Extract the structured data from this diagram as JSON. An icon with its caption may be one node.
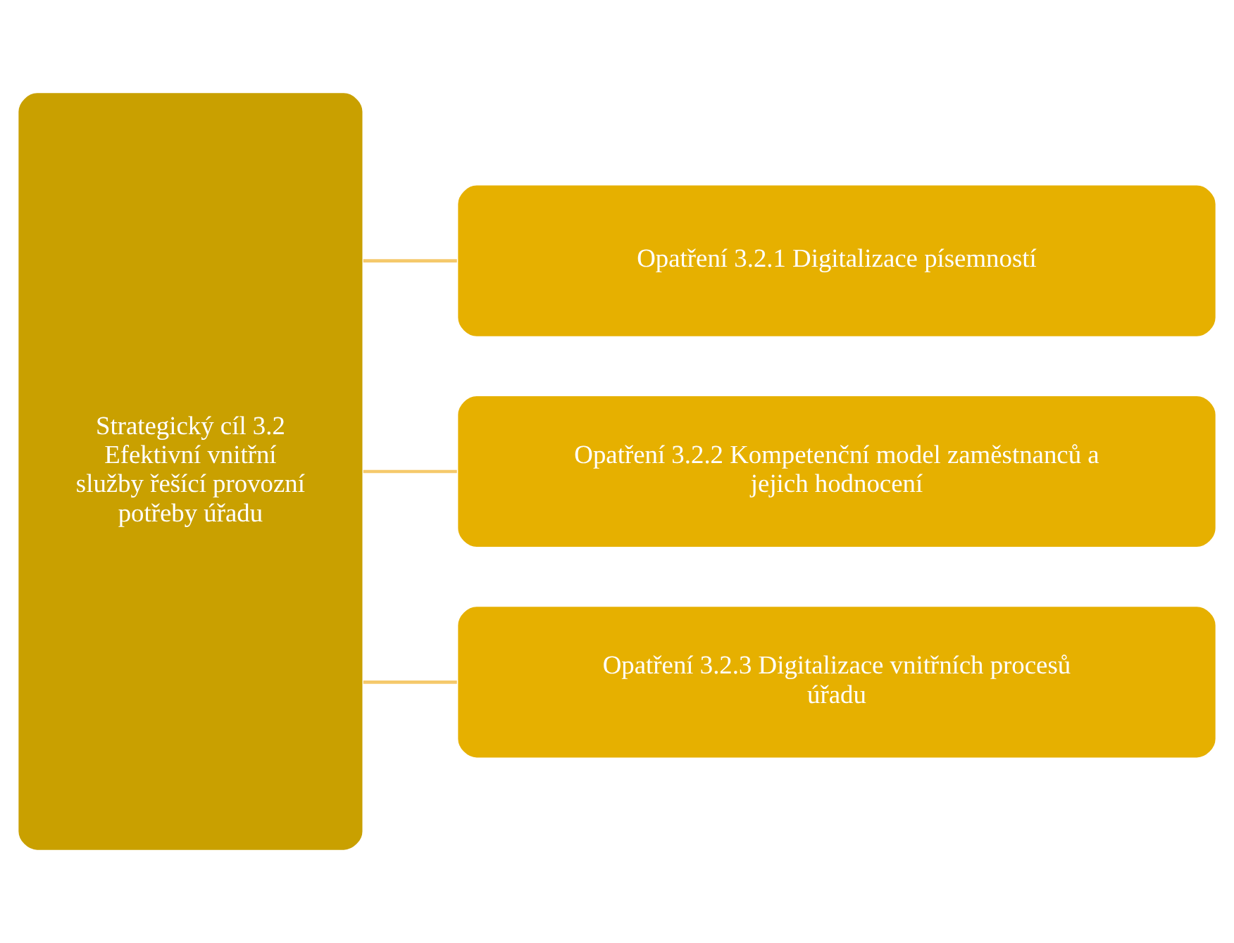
{
  "diagram": {
    "nodes": [
      {
        "text": [
          "Strategický cíl 3.2",
          "Efektivní vnitřní služby řešící provozní potřeby úřadu"
        ]
      },
      {
        "text": [
          "Opatření 3.2.1 Digitalizace písemností"
        ]
      },
      {
        "text": [
          "Opatření 3.2.2 Kompetenční model zaměstnanců a jejich hodnocení"
        ]
      },
      {
        "text": [
          "Opatření 3.2.3 Digitalizace vnitřních procesů úřadu"
        ]
      }
    ],
    "edges": [
      {
        "from": 0,
        "to": 1,
        "arrow": "none"
      },
      {
        "from": 0,
        "to": 2,
        "arrow": "none"
      },
      {
        "from": 0,
        "to": 3,
        "arrow": "none"
      }
    ]
  }
}
